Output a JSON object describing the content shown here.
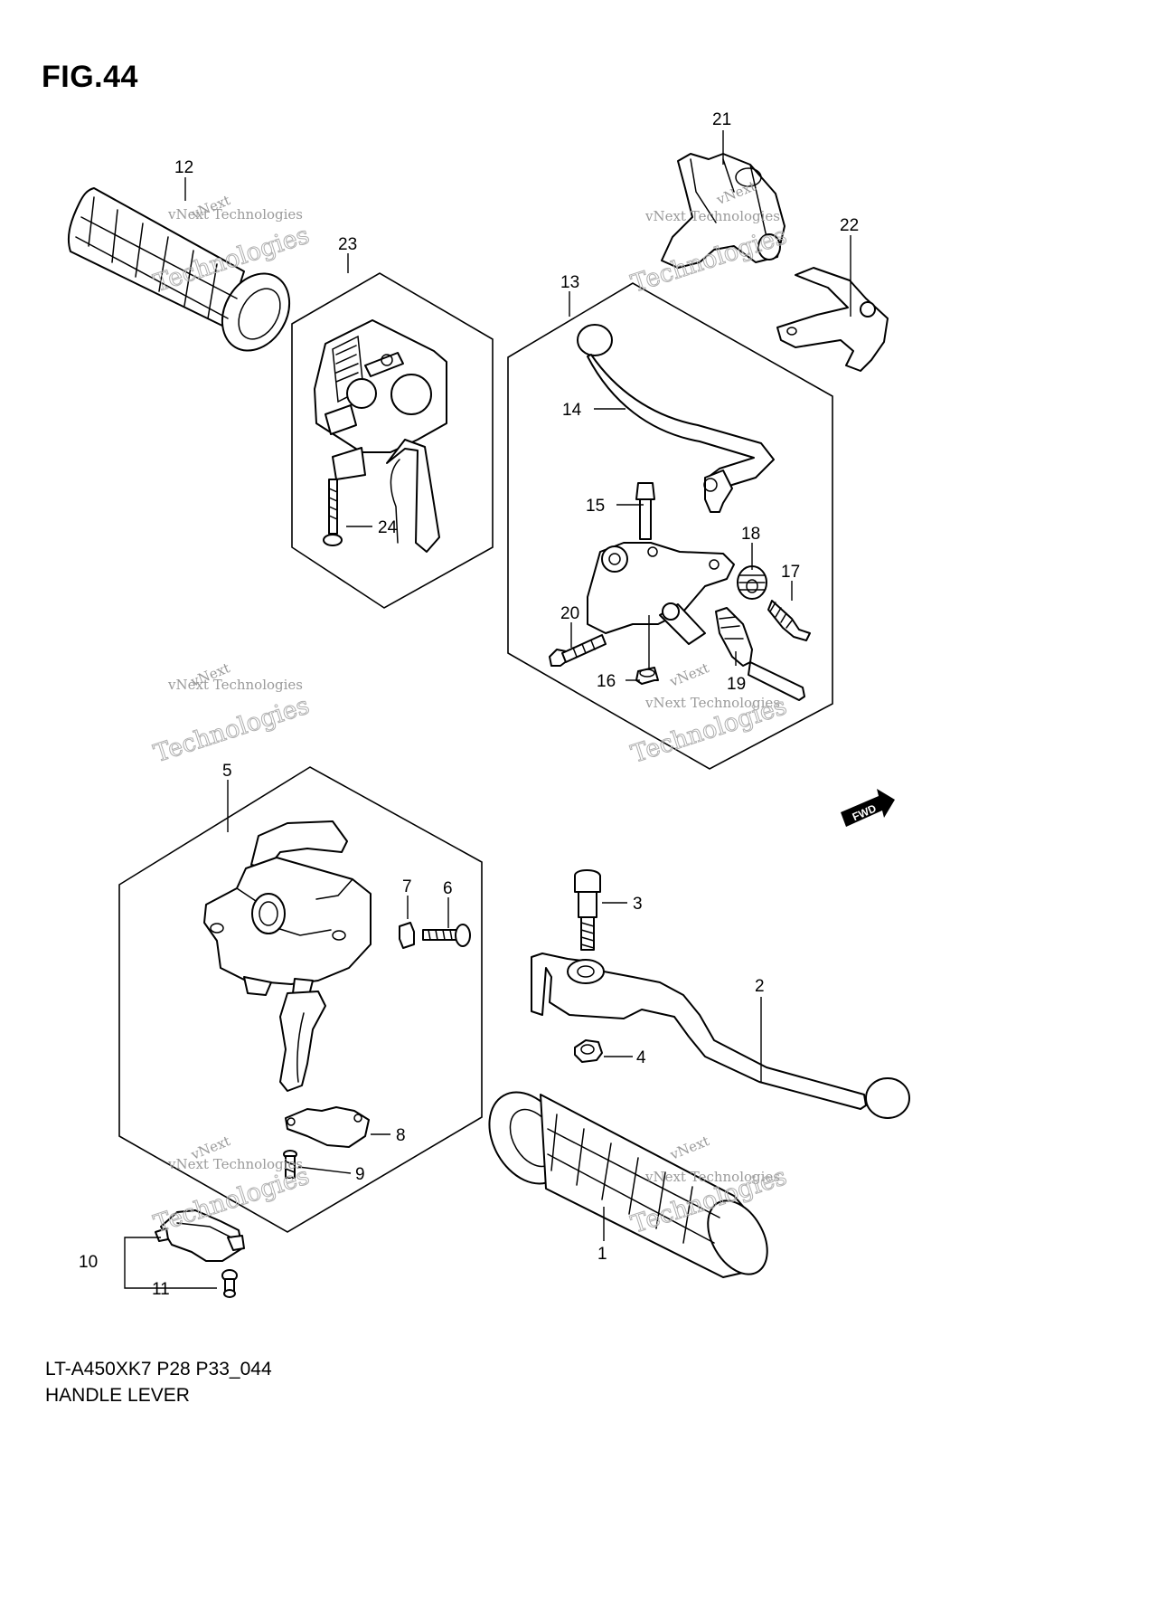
{
  "figure": {
    "title": "FIG.44",
    "model_code": "LT-A450XK7 P28 P33_044",
    "name": "HANDLE LEVER"
  },
  "callouts": [
    "1",
    "2",
    "3",
    "4",
    "5",
    "6",
    "7",
    "8",
    "9",
    "10",
    "11",
    "12",
    "13",
    "14",
    "15",
    "16",
    "17",
    "18",
    "19",
    "20",
    "21",
    "22",
    "23",
    "24"
  ],
  "forward_marker": "FWD",
  "watermark": {
    "line_small": "vNext Technologies",
    "line_large": "Technologies",
    "line_top": "vNext"
  }
}
